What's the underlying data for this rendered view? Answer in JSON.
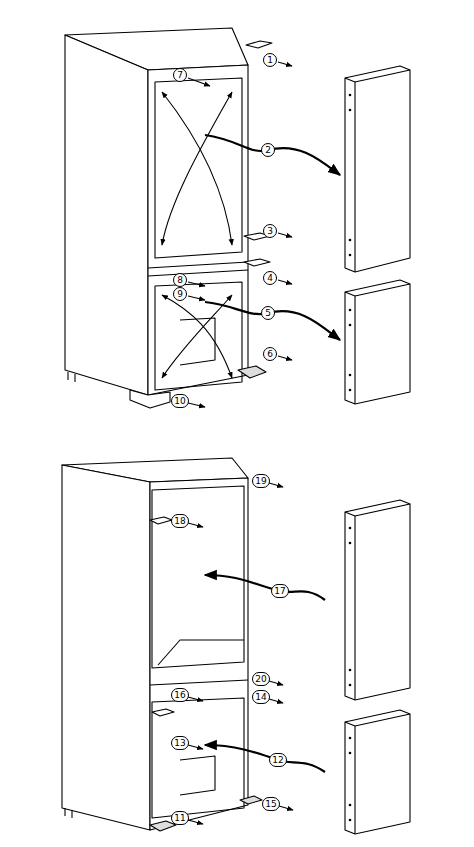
{
  "diagram": {
    "labels": [
      "7",
      "1",
      "2",
      "3",
      "4",
      "8",
      "9",
      "5",
      "6",
      "10",
      "19",
      "18",
      "17",
      "20",
      "16",
      "14",
      "13",
      "12",
      "11",
      "15"
    ]
  }
}
